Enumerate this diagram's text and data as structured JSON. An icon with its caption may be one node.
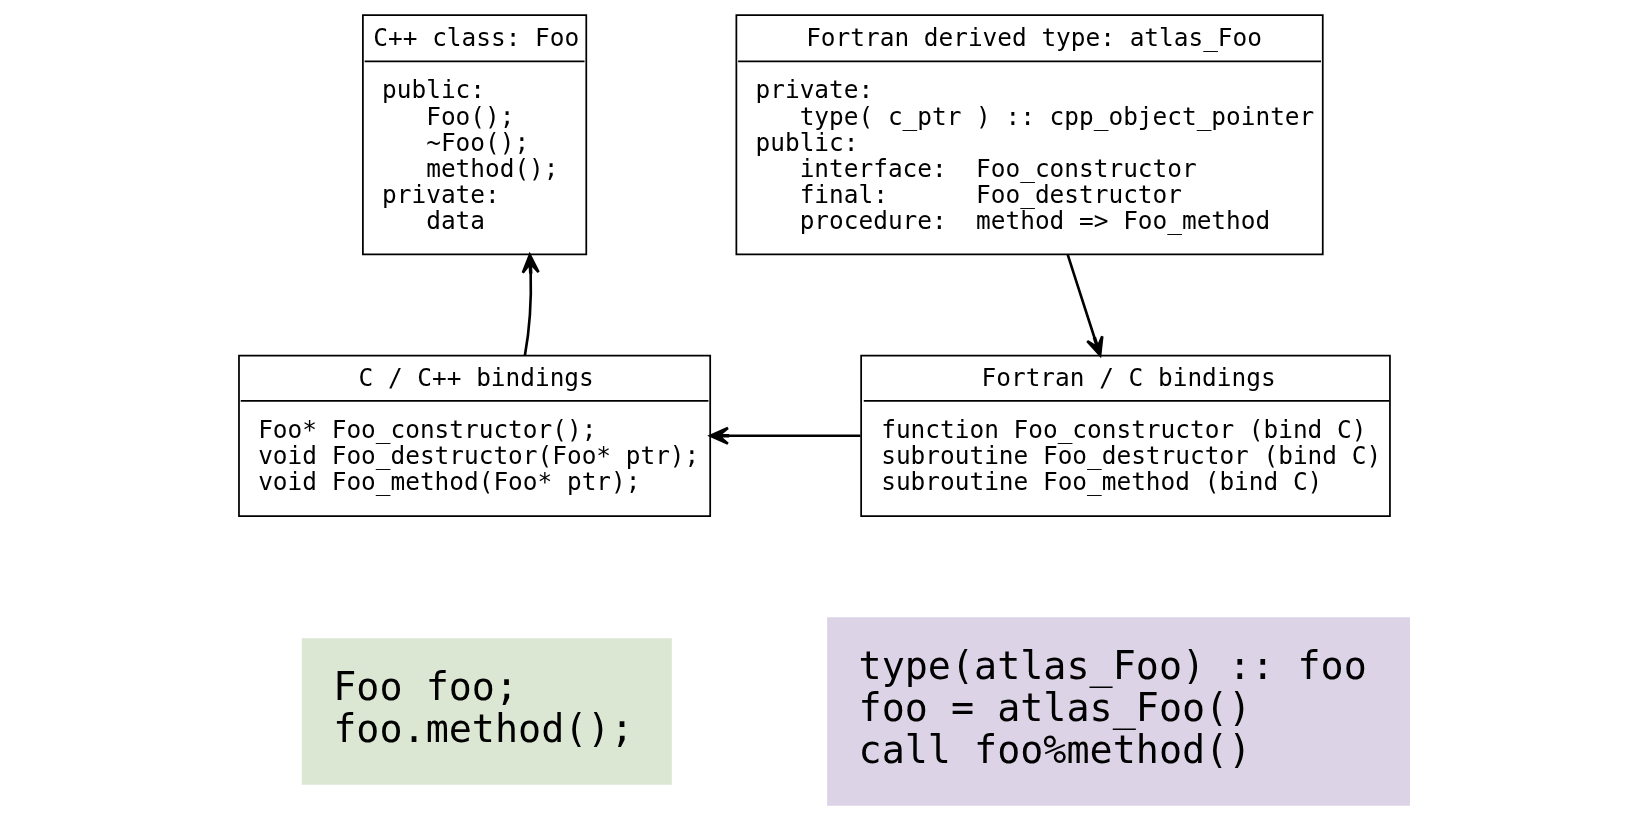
{
  "diagram": {
    "nodes": [
      {
        "text": [
          "C++ class: Foo",
          "public:",
          "Foo();",
          "~Foo();",
          "method();",
          "private:",
          "data"
        ]
      },
      {
        "text": [
          "Fortran derived type: atlas_Foo",
          "private:",
          "type( c_ptr ) :: cpp_object_pointer",
          "public:",
          "interface:  Foo_constructor",
          "final:      Foo_destructor",
          "procedure:  method => Foo_method"
        ]
      },
      {
        "text": [
          "C / C++ bindings",
          "Foo* Foo_constructor();",
          "void Foo_destructor(Foo* ptr);",
          "void Foo_method(Foo* ptr);"
        ]
      },
      {
        "text": [
          "Fortran / C bindings",
          "function Foo_constructor (bind C)",
          "subroutine Foo_destructor (bind C)",
          "subroutine Foo_method (bind C)"
        ]
      },
      {
        "text": [
          "Foo foo;",
          "foo.method();"
        ]
      },
      {
        "text": [
          "type(atlas_Foo) :: foo",
          "foo = atlas_Foo()",
          "call foo%method()"
        ]
      }
    ],
    "edges": [
      {
        "from": 2,
        "to": 0,
        "arrow": "to"
      },
      {
        "from": 1,
        "to": 3,
        "arrow": "to"
      },
      {
        "from": 3,
        "to": 2,
        "arrow": "to"
      }
    ]
  }
}
